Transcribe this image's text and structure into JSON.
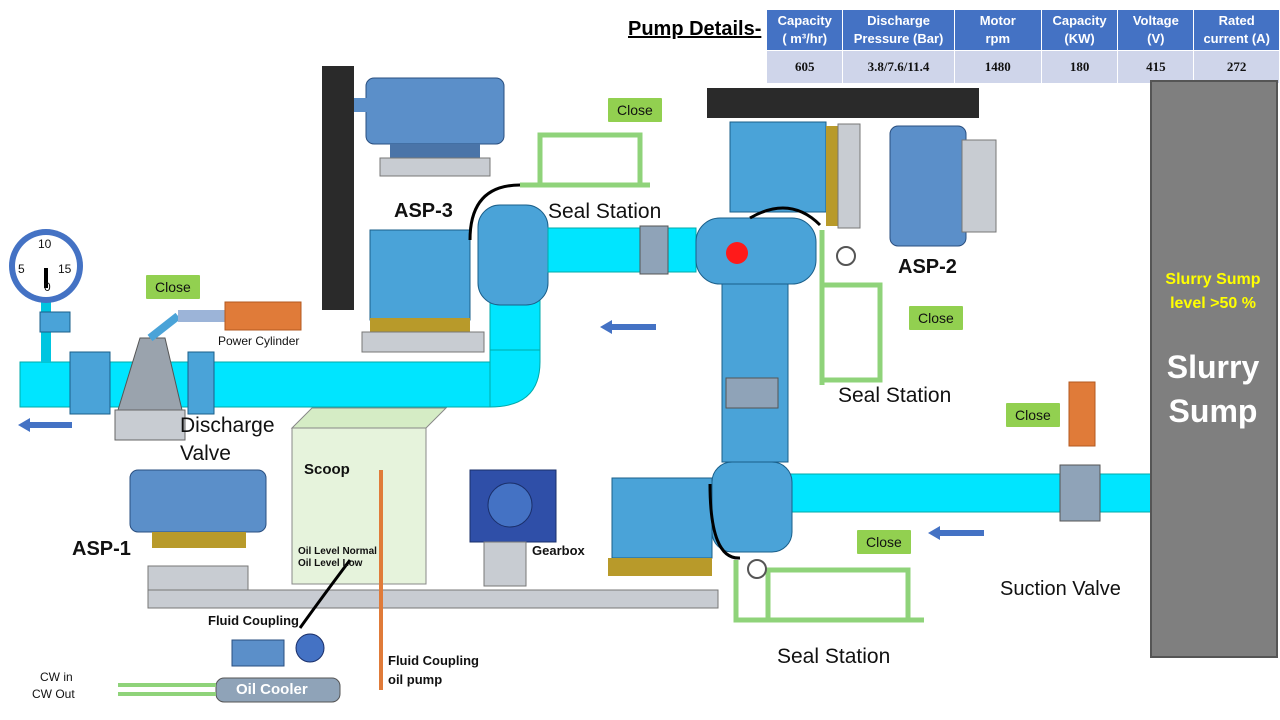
{
  "pump_details": {
    "title": "Pump Details-",
    "headers": [
      {
        "line1": "Capacity",
        "line2": "( m³/hr)"
      },
      {
        "line1": "Discharge",
        "line2": "Pressure (Bar)"
      },
      {
        "line1": "Motor",
        "line2": "rpm"
      },
      {
        "line1": "Capacity",
        "line2": "(KW)"
      },
      {
        "line1": "Voltage",
        "line2": "(V)"
      },
      {
        "line1": "Rated",
        "line2": "current (A)"
      }
    ],
    "values": [
      "605",
      "3.8/7.6/11.4",
      "1480",
      "180",
      "415",
      "272"
    ]
  },
  "sump": {
    "level_line1": "Slurry Sump",
    "level_line2": "level >50 %",
    "name_line1": "Slurry",
    "name_line2": "Sump"
  },
  "pumps": {
    "asp1": "ASP-1",
    "asp2": "ASP-2",
    "asp3": "ASP-3"
  },
  "labels": {
    "seal_station": "Seal Station",
    "discharge_valve_1": "Discharge",
    "discharge_valve_2": "Valve",
    "power_cylinder": "Power Cylinder",
    "scoop": "Scoop",
    "gearbox": "Gearbox",
    "oil_level_normal": "Oil Level Normal",
    "oil_level_low": "Oil Level Low",
    "fluid_coupling": "Fluid Coupling",
    "fluid_coupling_pump_1": "Fluid Coupling",
    "fluid_coupling_pump_2": "oil pump",
    "oil_cooler": "Oil Cooler",
    "cw_in": "CW in",
    "cw_out": "CW Out",
    "suction_valve": "Suction Valve"
  },
  "valve_status": {
    "asp3_seal": "Close",
    "discharge": "Close",
    "asp2_seal": "Close",
    "asp1_seal": "Close",
    "suction": "Close"
  },
  "gauge": {
    "t1": "10",
    "t2": "5",
    "t3": "15",
    "t4": "0",
    "value": 0
  },
  "colors": {
    "pipe": "#00e5ff",
    "equipment": "#4aa3d8",
    "motor": "#5b8fc9",
    "status_close": "#92d050",
    "cylinder": "#e07b39",
    "seal_line": "#8fd37a",
    "sump": "#7f7f7f",
    "flow_arrow": "#4472c4",
    "alarm_led": "#ff1a1a"
  }
}
